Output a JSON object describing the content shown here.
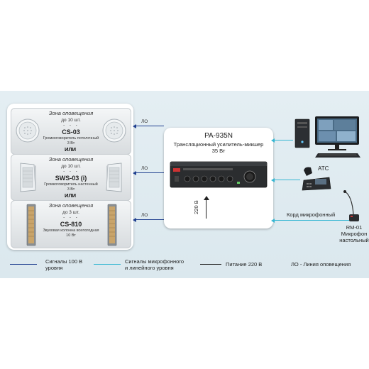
{
  "zones": [
    {
      "title": "Зона оповещения",
      "qty": "до 10 шт.",
      "dots": "· · ·",
      "model": "CS-03",
      "desc_line1": "Громкоговоритель потолочный",
      "desc_line2": "3 Вт",
      "speaker": "ceiling-speaker"
    },
    {
      "title": "Зона оповещения",
      "qty": "до 10 шт.",
      "dots": "· · ·",
      "model": "SWS-03 (i)",
      "desc_line1": "Громкоговоритель настенный",
      "desc_line2": "3 Вт",
      "speaker": "wall-speaker"
    },
    {
      "title": "Зона оповещения",
      "qty": "до 3 шт.",
      "dots": "· · ·",
      "model": "CS-810",
      "desc_line1": "Звуковая колонна всепогодная",
      "desc_line2": "10 Вт",
      "speaker": "column-speaker"
    }
  ],
  "or_label": "ИЛИ",
  "lo_label": "ЛО",
  "amplifier": {
    "model": "PA-935N",
    "subtitle_line1": "Трансляционный усилитель-микшер",
    "subtitle_line2": "35 Вт",
    "power_label": "220 В"
  },
  "sources": {
    "pbx_label": "АТС",
    "mic_cord_label": "Корд микрофонный",
    "mic_model": "RM-01",
    "mic_desc_line1": "Микрофон",
    "mic_desc_line2": "настольный"
  },
  "legend": [
    {
      "line1": "Сигналы 100 В",
      "line2": "уровня",
      "color": "#1f3f8f"
    },
    {
      "line1": "Сигналы микрофонного",
      "line2": "и линейного уровня",
      "color": "#37b7d3"
    },
    {
      "line1": "Питание 220 В",
      "line2": "",
      "color": "#222222"
    },
    {
      "line1": "ЛО - Линия оповещения",
      "line2": "",
      "color": ""
    }
  ],
  "colors": {
    "line_100v": "#1f3f8f",
    "line_signal": "#37b7d3",
    "line_power": "#222222"
  }
}
